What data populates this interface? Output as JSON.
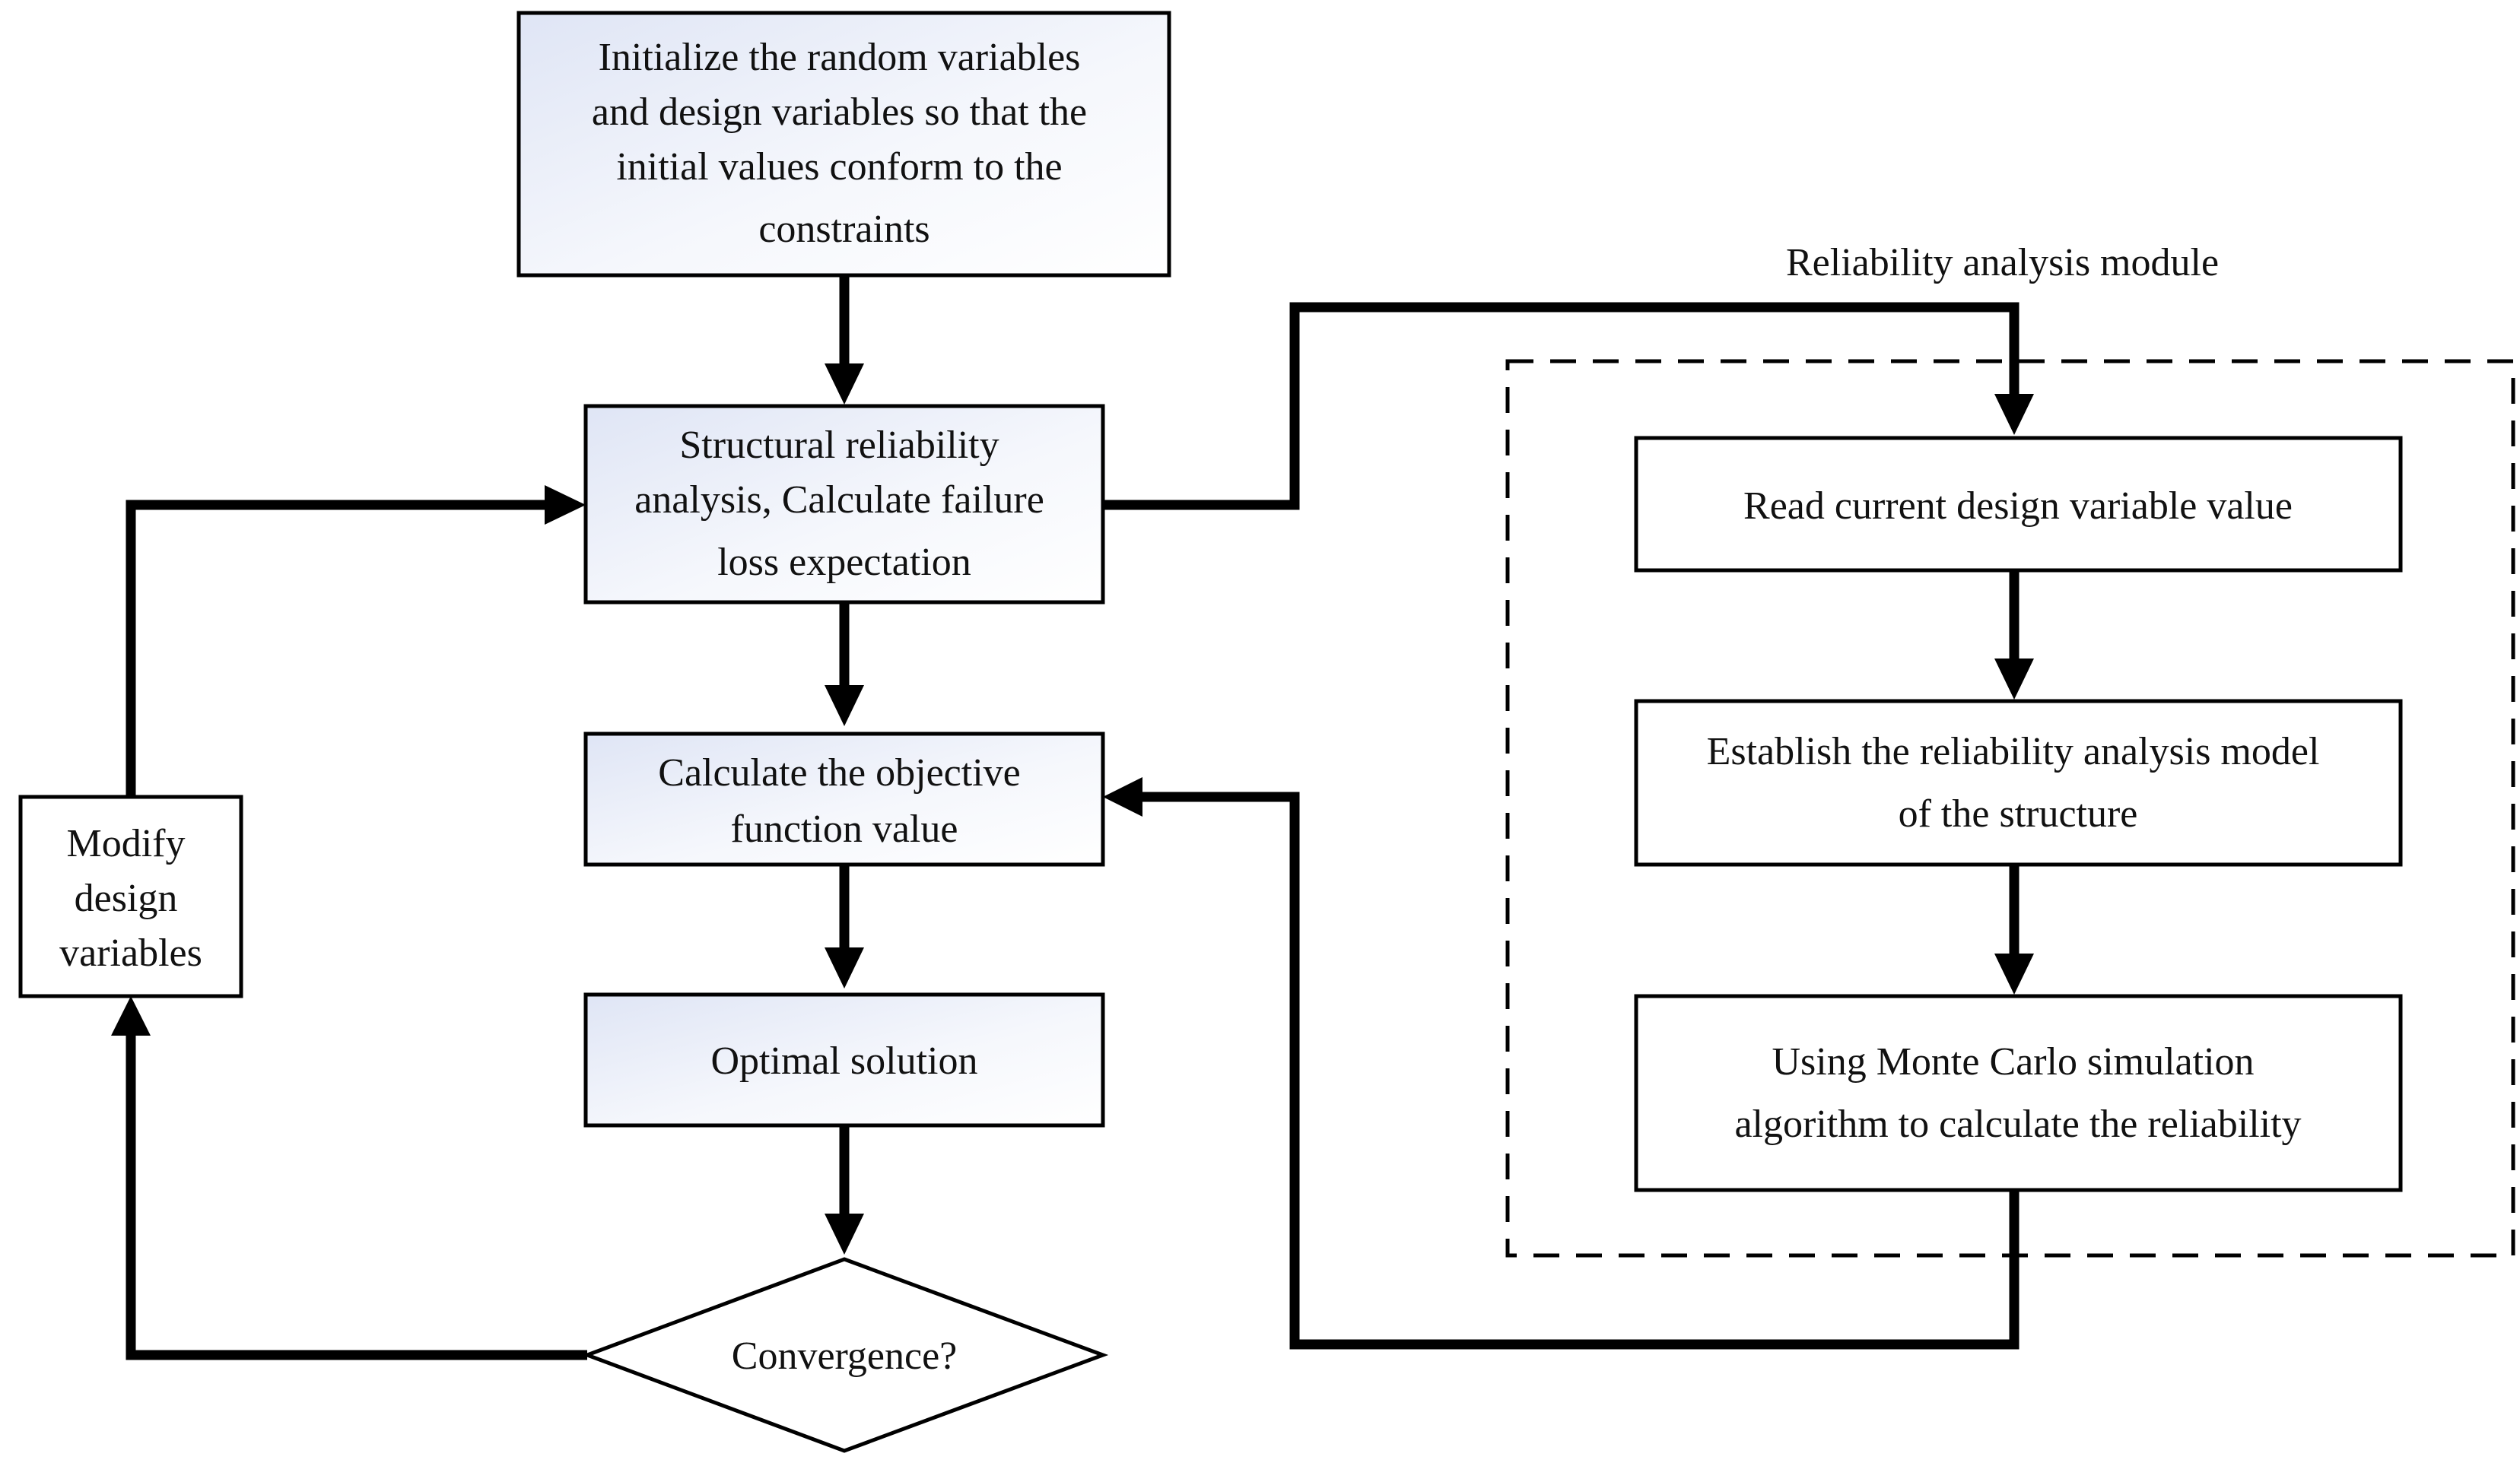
{
  "diagram": {
    "module_label": "Reliability analysis module",
    "nodes": {
      "init": [
        "Initialize the random variables",
        "and design variables so that the",
        "initial values conform to the",
        "constraints"
      ],
      "structural": [
        "Structural reliability",
        "analysis, Calculate failure",
        "loss expectation"
      ],
      "objective": [
        "Calculate the objective",
        "function value"
      ],
      "optimal": [
        "Optimal solution"
      ],
      "convergence": [
        "Convergence?"
      ],
      "modify": [
        "Modify",
        "design",
        "variables"
      ],
      "read": [
        "Read current design variable value"
      ],
      "establish": [
        "Establish the reliability analysis model",
        "of the structure"
      ],
      "montecarlo": [
        "Using Monte Carlo simulation",
        "algorithm to calculate the reliability"
      ]
    }
  }
}
